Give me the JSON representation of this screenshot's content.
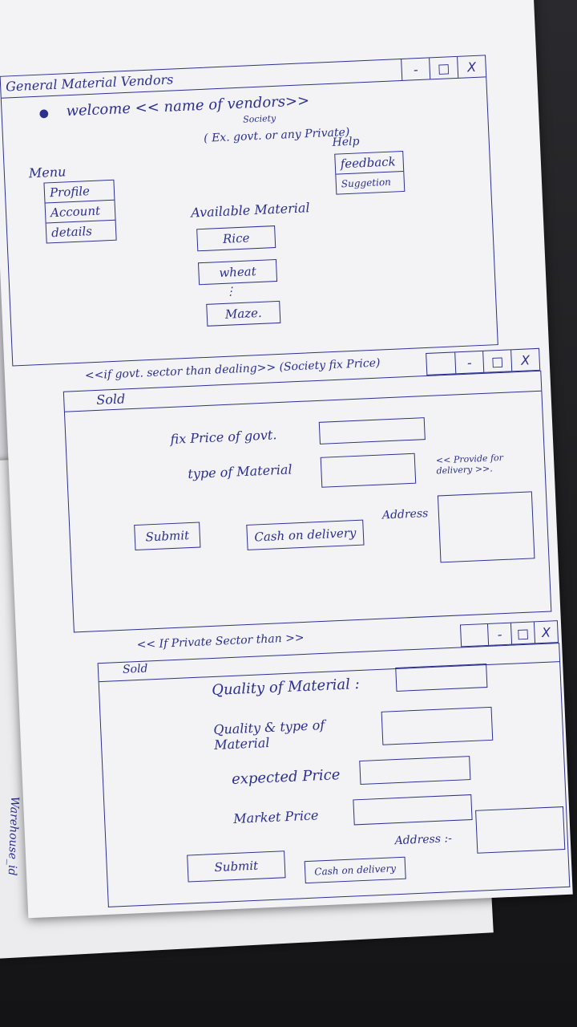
{
  "window1": {
    "title": "General Material Vendors",
    "controls": [
      "-",
      "□",
      "X"
    ],
    "welcome": "welcome << name of vendors>>",
    "society_note": "Society",
    "subtitle": "( Ex. govt. or any Private)",
    "menu_label": "Menu",
    "menu_items": [
      "Profile",
      "Account",
      "details"
    ],
    "help_label": "Help",
    "help_items": [
      "feedback",
      "Suggetion"
    ],
    "materials_label": "Available Material",
    "materials": [
      "Rice",
      "wheat",
      "Maze."
    ],
    "ellipsis": "⋮"
  },
  "govt_note": "<<if govt. sector than dealing>> (Society fix Price)",
  "window2": {
    "controls": [
      "-",
      "□",
      "X"
    ],
    "heading": "Sold",
    "fix_price_label": "fix Price of govt.",
    "type_label": "type of Material",
    "delivery_note": "<< Provide for delivery >>.",
    "address_label": "Address",
    "submit_label": "Submit",
    "cod_label": "Cash on delivery"
  },
  "private_note": "<< If Private Sector than >>",
  "window3": {
    "controls": [
      "-",
      "□",
      "X"
    ],
    "heading": "Sold",
    "quality_label": "Quality of Material :",
    "quality_type_label": "Quality & type of Material",
    "expected_label": "expected Price",
    "market_label": "Market Price",
    "address_label": "Address :-",
    "submit_label": "Submit",
    "cod_label": "Cash on delivery"
  },
  "side_label": "Warehouse_id"
}
